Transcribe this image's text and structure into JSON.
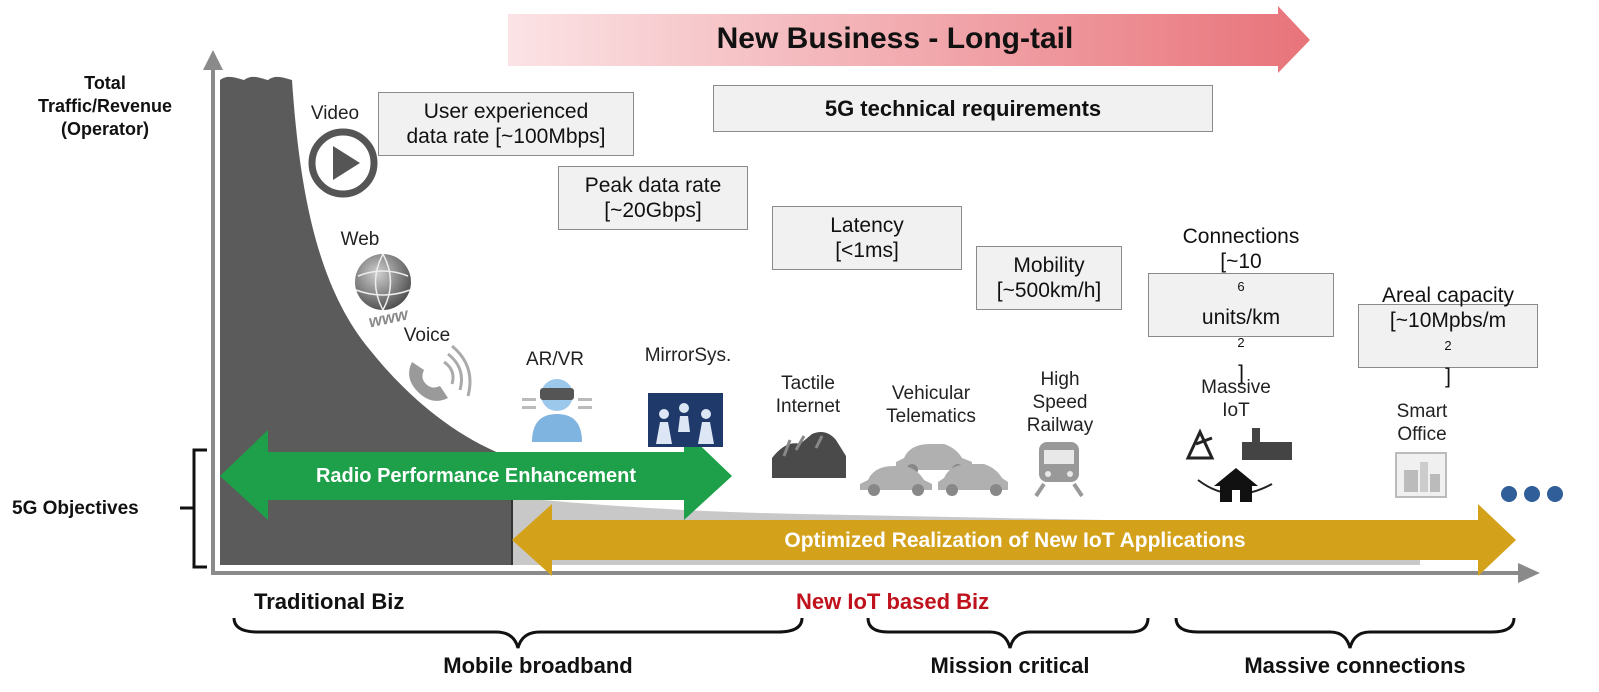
{
  "banner": {
    "title": "New Business - Long-tail"
  },
  "y_axis": {
    "line1": "Total",
    "line2": "Traffic/Revenue",
    "line3": "(Operator)"
  },
  "objectives_label": "5G Objectives",
  "requirements_title": "5G technical requirements",
  "requirements": [
    {
      "line1": "User experienced",
      "line2": "data rate [~100Mbps]"
    },
    {
      "line1": "Peak data rate",
      "line2": "[~20Gbps]"
    },
    {
      "line1": "Latency",
      "line2": "[<1ms]"
    },
    {
      "line1": "Mobility",
      "line2": "[~500km/h]"
    },
    {
      "line1": "Connections",
      "line2_pre": "[~10",
      "line2_sup": "6",
      "line2_mid": " units/km",
      "line2_sup2": "2",
      "line2_post": "]"
    },
    {
      "line1": "Areal capacity",
      "line2_pre": "[~10Mpbs/m",
      "line2_sup": "2",
      "line2_post": "]"
    }
  ],
  "services": {
    "video": "Video",
    "web": "Web",
    "voice": "Voice"
  },
  "applications": [
    {
      "lines": [
        "AR/VR"
      ],
      "icon": "vr-headset-icon"
    },
    {
      "lines": [
        "MirrorSys."
      ],
      "icon": "mirror-system-icon"
    },
    {
      "lines": [
        "Tactile",
        "Internet"
      ],
      "icon": "tactile-hands-icon"
    },
    {
      "lines": [
        "Vehicular",
        "Telematics"
      ],
      "icon": "cars-icon"
    },
    {
      "lines": [
        "High",
        "Speed",
        "Railway"
      ],
      "icon": "train-icon"
    },
    {
      "lines": [
        "Massive",
        "IoT"
      ],
      "icon": "iot-factory-house-icon"
    },
    {
      "lines": [
        "Smart",
        "Office"
      ],
      "icon": "smart-office-icon"
    }
  ],
  "arrows": {
    "radio": "Radio Performance Enhancement",
    "iot": "Optimized Realization of New IoT Applications"
  },
  "categories": {
    "traditional": "Traditional Biz",
    "new_iot": "New IoT based Biz",
    "mobile_broadband": "Mobile broadband",
    "mission_critical": "Mission critical",
    "massive_connections": "Massive connections"
  },
  "colors": {
    "banner_start": "#fbe3e5",
    "banner_end": "#e8737a",
    "green_arrow": "#1ea04a",
    "gold_arrow": "#d4a21a",
    "dark_area": "#5b5b5b",
    "light_area": "#c8c8c8",
    "new_iot_text": "#c0121c"
  }
}
